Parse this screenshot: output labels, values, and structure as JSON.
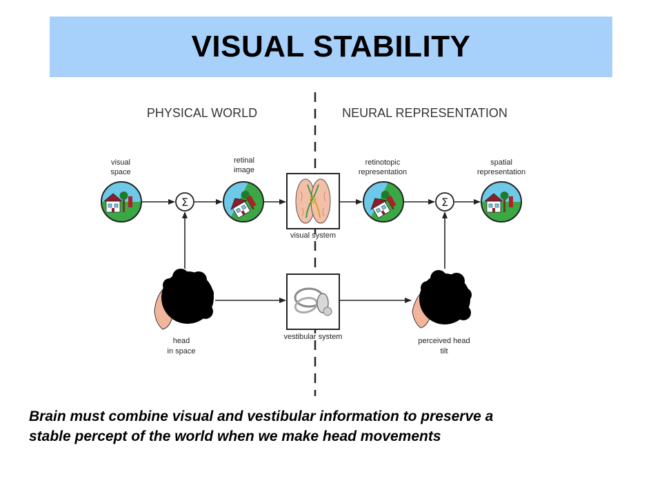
{
  "title": "VISUAL STABILITY",
  "sections": {
    "physical_world": "PHYSICAL WORLD",
    "neural_representation": "NEURAL REPRESENTATION"
  },
  "labels": {
    "visual_space": [
      "visual",
      "space"
    ],
    "retinal_image": [
      "retinal",
      "image"
    ],
    "retinotopic": [
      "retinotopic",
      "representation"
    ],
    "spatial": [
      "spatial",
      "representation"
    ],
    "visual_system": "visual system",
    "vestibular_system": "vestibular system",
    "head_in_space": [
      "head",
      "in space"
    ],
    "perceived_head_tilt": [
      "perceived head",
      "tilt"
    ],
    "sum_symbol": "Σ"
  },
  "caption": {
    "line1": "Brain must combine visual and vestibular information to preserve a",
    "line2": "stable percept of the world when we make head movements"
  },
  "colors": {
    "title_bg": "#a7d0fb",
    "sky": "#6ec9e8",
    "ground": "#3aa845",
    "house": "#8b1e2e",
    "tree": "#b0202a",
    "skin": "#f2b49a",
    "hair": "#000000"
  }
}
